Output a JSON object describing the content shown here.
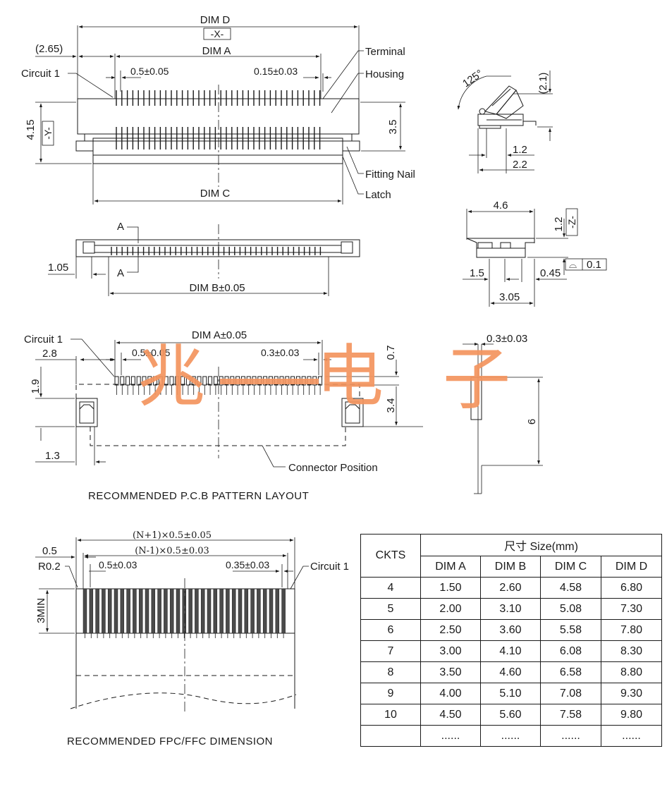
{
  "top_view": {
    "dim_d": "DIM D",
    "x_datum": "-X-",
    "offset_265": "(2.65)",
    "dim_a": "DIM A",
    "terminal": "Terminal",
    "housing": "Housing",
    "circuit1": "Circuit 1",
    "pitch": "0.5±0.05",
    "width": "0.15±0.03",
    "h415": "4.15",
    "y_datum": "-Y-",
    "h35": "3.5",
    "fitting_nail": "Fitting Nail",
    "latch": "Latch",
    "dim_c": "DIM C"
  },
  "front_view": {
    "section_a_top": "A",
    "section_a_bottom": "A",
    "d105": "1.05",
    "dim_b": "DIM B±0.05"
  },
  "side_view": {
    "angle": "125°",
    "d21": "(2.1)",
    "d12": "1.2",
    "d22": "2.2"
  },
  "section_view": {
    "d46": "4.6",
    "d12": "1.2",
    "z_datum": "-Z-",
    "flat_symbol": "⌓",
    "flatness": "0.1",
    "d15": "1.5",
    "d045": "0.45",
    "d305": "3.05"
  },
  "pcb_layout": {
    "circuit1": "Circuit 1",
    "dim_a": "DIM A±0.05",
    "d28": "2.8",
    "pitch": "0.5±0.05",
    "width": "0.3±0.03",
    "d07": "0.7",
    "d19": "1.9",
    "d34": "3.4",
    "d13": "1.3",
    "connector_position": "Connector Position",
    "title": "RECOMMENDED P.C.B PATTERN LAYOUT"
  },
  "pcb_side": {
    "thickness": "0.3±0.03",
    "d6": "6"
  },
  "fpc": {
    "n_plus": "(N+1)×0.5±0.05",
    "n_minus": "(N-1)×0.5±0.03",
    "d05": "0.5",
    "r02": "R0.2",
    "pitch": "0.5±0.03",
    "width": "0.35±0.03",
    "circuit1": "Circuit 1",
    "min3": "3MIN",
    "title": "RECOMMENDED FPC/FFC DIMENSION"
  },
  "watermark": {
    "c1": "兆",
    "c2": "电",
    "c3": "子"
  },
  "table": {
    "ckts_header": "CKTS",
    "size_header": "尺寸 Size(mm)",
    "columns": [
      "DIM A",
      "DIM B",
      "DIM C",
      "DIM D"
    ],
    "rows": [
      [
        "4",
        "1.50",
        "2.60",
        "4.58",
        "6.80"
      ],
      [
        "5",
        "2.00",
        "3.10",
        "5.08",
        "7.30"
      ],
      [
        "6",
        "2.50",
        "3.60",
        "5.58",
        "7.80"
      ],
      [
        "7",
        "3.00",
        "4.10",
        "6.08",
        "8.30"
      ],
      [
        "8",
        "3.50",
        "4.60",
        "6.58",
        "8.80"
      ],
      [
        "9",
        "4.00",
        "5.10",
        "7.08",
        "9.30"
      ],
      [
        "10",
        "4.50",
        "5.60",
        "7.58",
        "9.80"
      ],
      [
        "",
        "......",
        "......",
        "......",
        "......"
      ]
    ]
  }
}
